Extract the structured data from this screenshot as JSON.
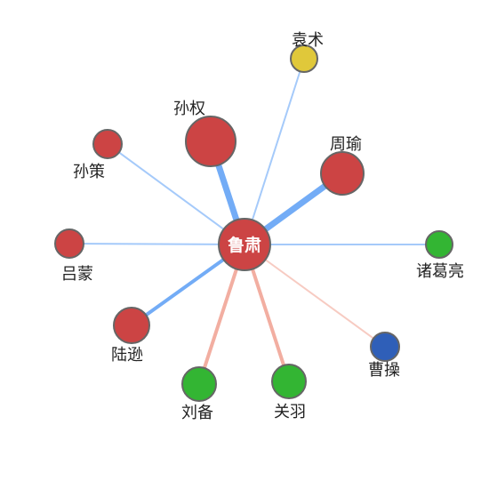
{
  "graph": {
    "center": {
      "id": "lusu",
      "name": "鲁肃",
      "faction": "wu"
    },
    "factions": {
      "wu": {
        "color": "#cc4444"
      },
      "wei": {
        "color": "#2f5fb8"
      },
      "shu": {
        "color": "#33b533"
      },
      "qun": {
        "color": "#e0c83a"
      }
    },
    "nodes": [
      {
        "id": "yuanshu",
        "name": "袁术",
        "faction": "qun"
      },
      {
        "id": "sunquan",
        "name": "孙权",
        "faction": "wu"
      },
      {
        "id": "zhouyu",
        "name": "周瑜",
        "faction": "wu"
      },
      {
        "id": "suncelu",
        "name": "孙策",
        "faction": "wu"
      },
      {
        "id": "lvmeng",
        "name": "吕蒙",
        "faction": "wu"
      },
      {
        "id": "zhugeliang",
        "name": "诸葛亮",
        "faction": "shu"
      },
      {
        "id": "luxun",
        "name": "陆逊",
        "faction": "wu"
      },
      {
        "id": "caocao",
        "name": "曹操",
        "faction": "wei"
      },
      {
        "id": "liubei",
        "name": "刘备",
        "faction": "shu"
      },
      {
        "id": "guanyu",
        "name": "关羽",
        "faction": "shu"
      }
    ],
    "links": [
      {
        "target": "yuanshu",
        "relation": "ally",
        "strength": 1
      },
      {
        "target": "sunquan",
        "relation": "ally",
        "strength": 3
      },
      {
        "target": "zhouyu",
        "relation": "ally",
        "strength": 3
      },
      {
        "target": "suncelu",
        "relation": "ally",
        "strength": 1
      },
      {
        "target": "lvmeng",
        "relation": "ally",
        "strength": 1
      },
      {
        "target": "zhugeliang",
        "relation": "ally",
        "strength": 1
      },
      {
        "target": "luxun",
        "relation": "ally",
        "strength": 2
      },
      {
        "target": "caocao",
        "relation": "enemy",
        "strength": 1
      },
      {
        "target": "liubei",
        "relation": "enemy",
        "strength": 2
      },
      {
        "target": "guanyu",
        "relation": "enemy",
        "strength": 2
      }
    ],
    "relation_colors": {
      "ally": "#5b9ef5",
      "enemy": "#f0a090"
    }
  }
}
